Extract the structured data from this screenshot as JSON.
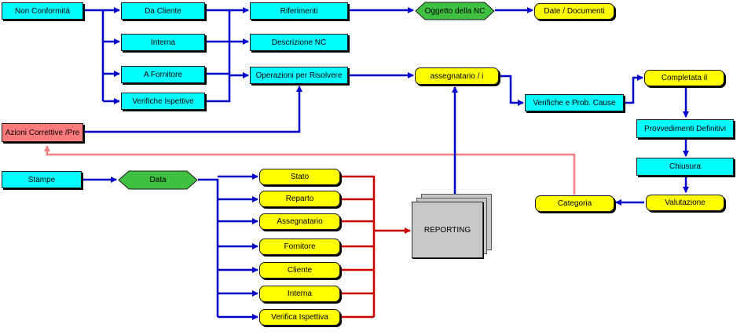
{
  "nodes": {
    "non_conformita": "Non Conformità",
    "da_cliente": "Da Cliente",
    "interna": "Interna",
    "a_fornitore": "A Fornitore",
    "verifiche_ispettive": "Verifiche Ispettive",
    "riferimenti": "Riferimenti",
    "descrizione_nc": "Descrizione NC",
    "operazioni": "Operazioni per Risolvere",
    "oggetto_nc": "Oggetto della NC",
    "date_documenti": "Date / Documenti",
    "assegnatario_i": "assegnatario / i",
    "verifiche_cause": "Verifiche e Prob. Cause",
    "completata": "Completata il",
    "provvedimenti": "Provvedimenti Definitivi",
    "chiusura": "Chiusura",
    "valutazione": "Valutazione",
    "categoria": "Categoria",
    "azioni_correttive": "Azioni Correttive /Pre",
    "stampe": "Stampe",
    "data": "Data",
    "stato": "Stato",
    "reparto": "Reparto",
    "assegnatario": "Assegnatario",
    "fornitore": "Fornitore",
    "cliente": "Cliente",
    "interna_report": "Interna",
    "verifica_ispettiva": "Verifica Ispettiva",
    "reporting": "REPORTING"
  },
  "colors": {
    "cyan": "#00ffff",
    "yellow": "#ffff00",
    "green": "#40c040",
    "red_box": "#ff7b7b",
    "blue_line": "#0000cc",
    "red_line": "#cc0000",
    "pink_line": "#f08080",
    "grey": "#c8c8c8"
  }
}
